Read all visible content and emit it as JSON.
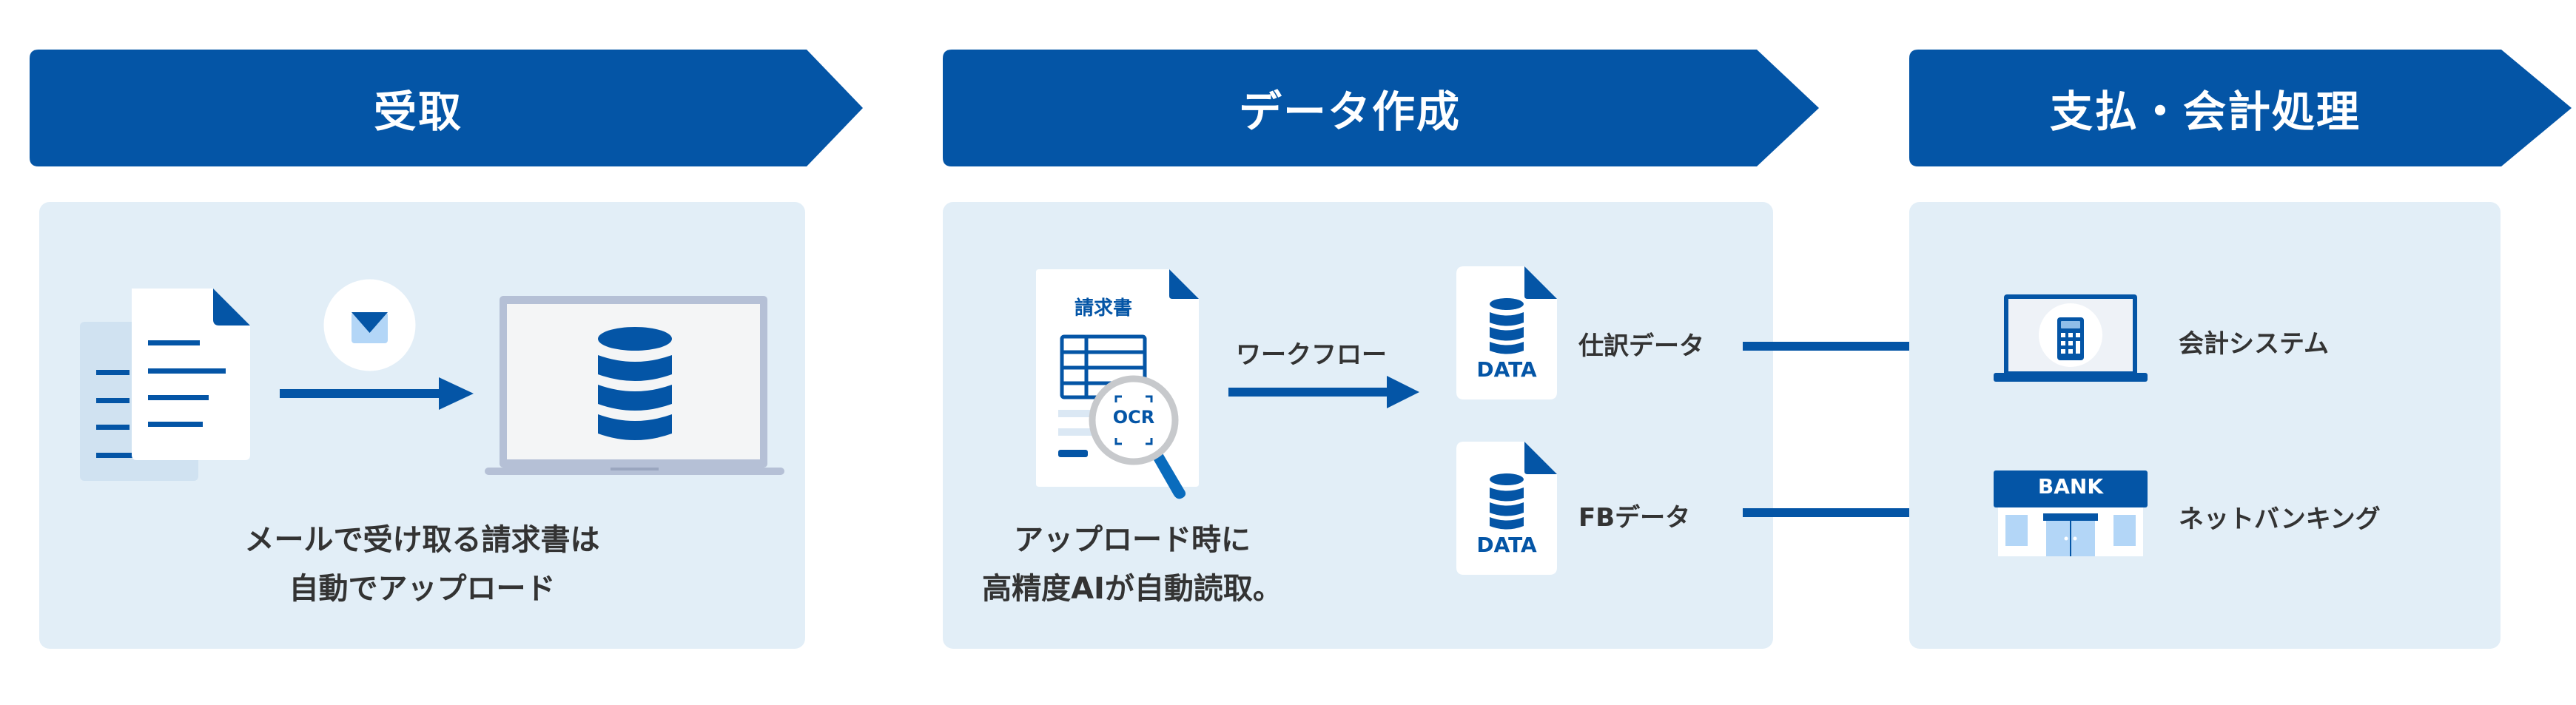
{
  "colors": {
    "brand_blue": "#0455a6",
    "panel_bg": "#e2eef7",
    "light_blue": "#b3d6f7",
    "text_dark": "#333333",
    "laptop_gray": "#b5c0d6"
  },
  "stages": [
    {
      "title": "受取"
    },
    {
      "title": "データ作成"
    },
    {
      "title": "支払・会計処理"
    }
  ],
  "receive": {
    "caption_line1": "メールで受け取る請求書は",
    "caption_line2": "自動でアップロード"
  },
  "create": {
    "invoice_label": "請求書",
    "ocr_label": "OCR",
    "workflow_label": "ワークフロー",
    "data_label": "DATA",
    "outputs": [
      {
        "label": "仕訳データ"
      },
      {
        "label": "FBデータ"
      }
    ],
    "caption_line1": "アップロード時に",
    "caption_line2": "高精度AIが自動読取。"
  },
  "payment": {
    "destinations": [
      {
        "label": "会計システム"
      },
      {
        "label": "ネットバンキング"
      }
    ],
    "bank_sign": "BANK"
  }
}
